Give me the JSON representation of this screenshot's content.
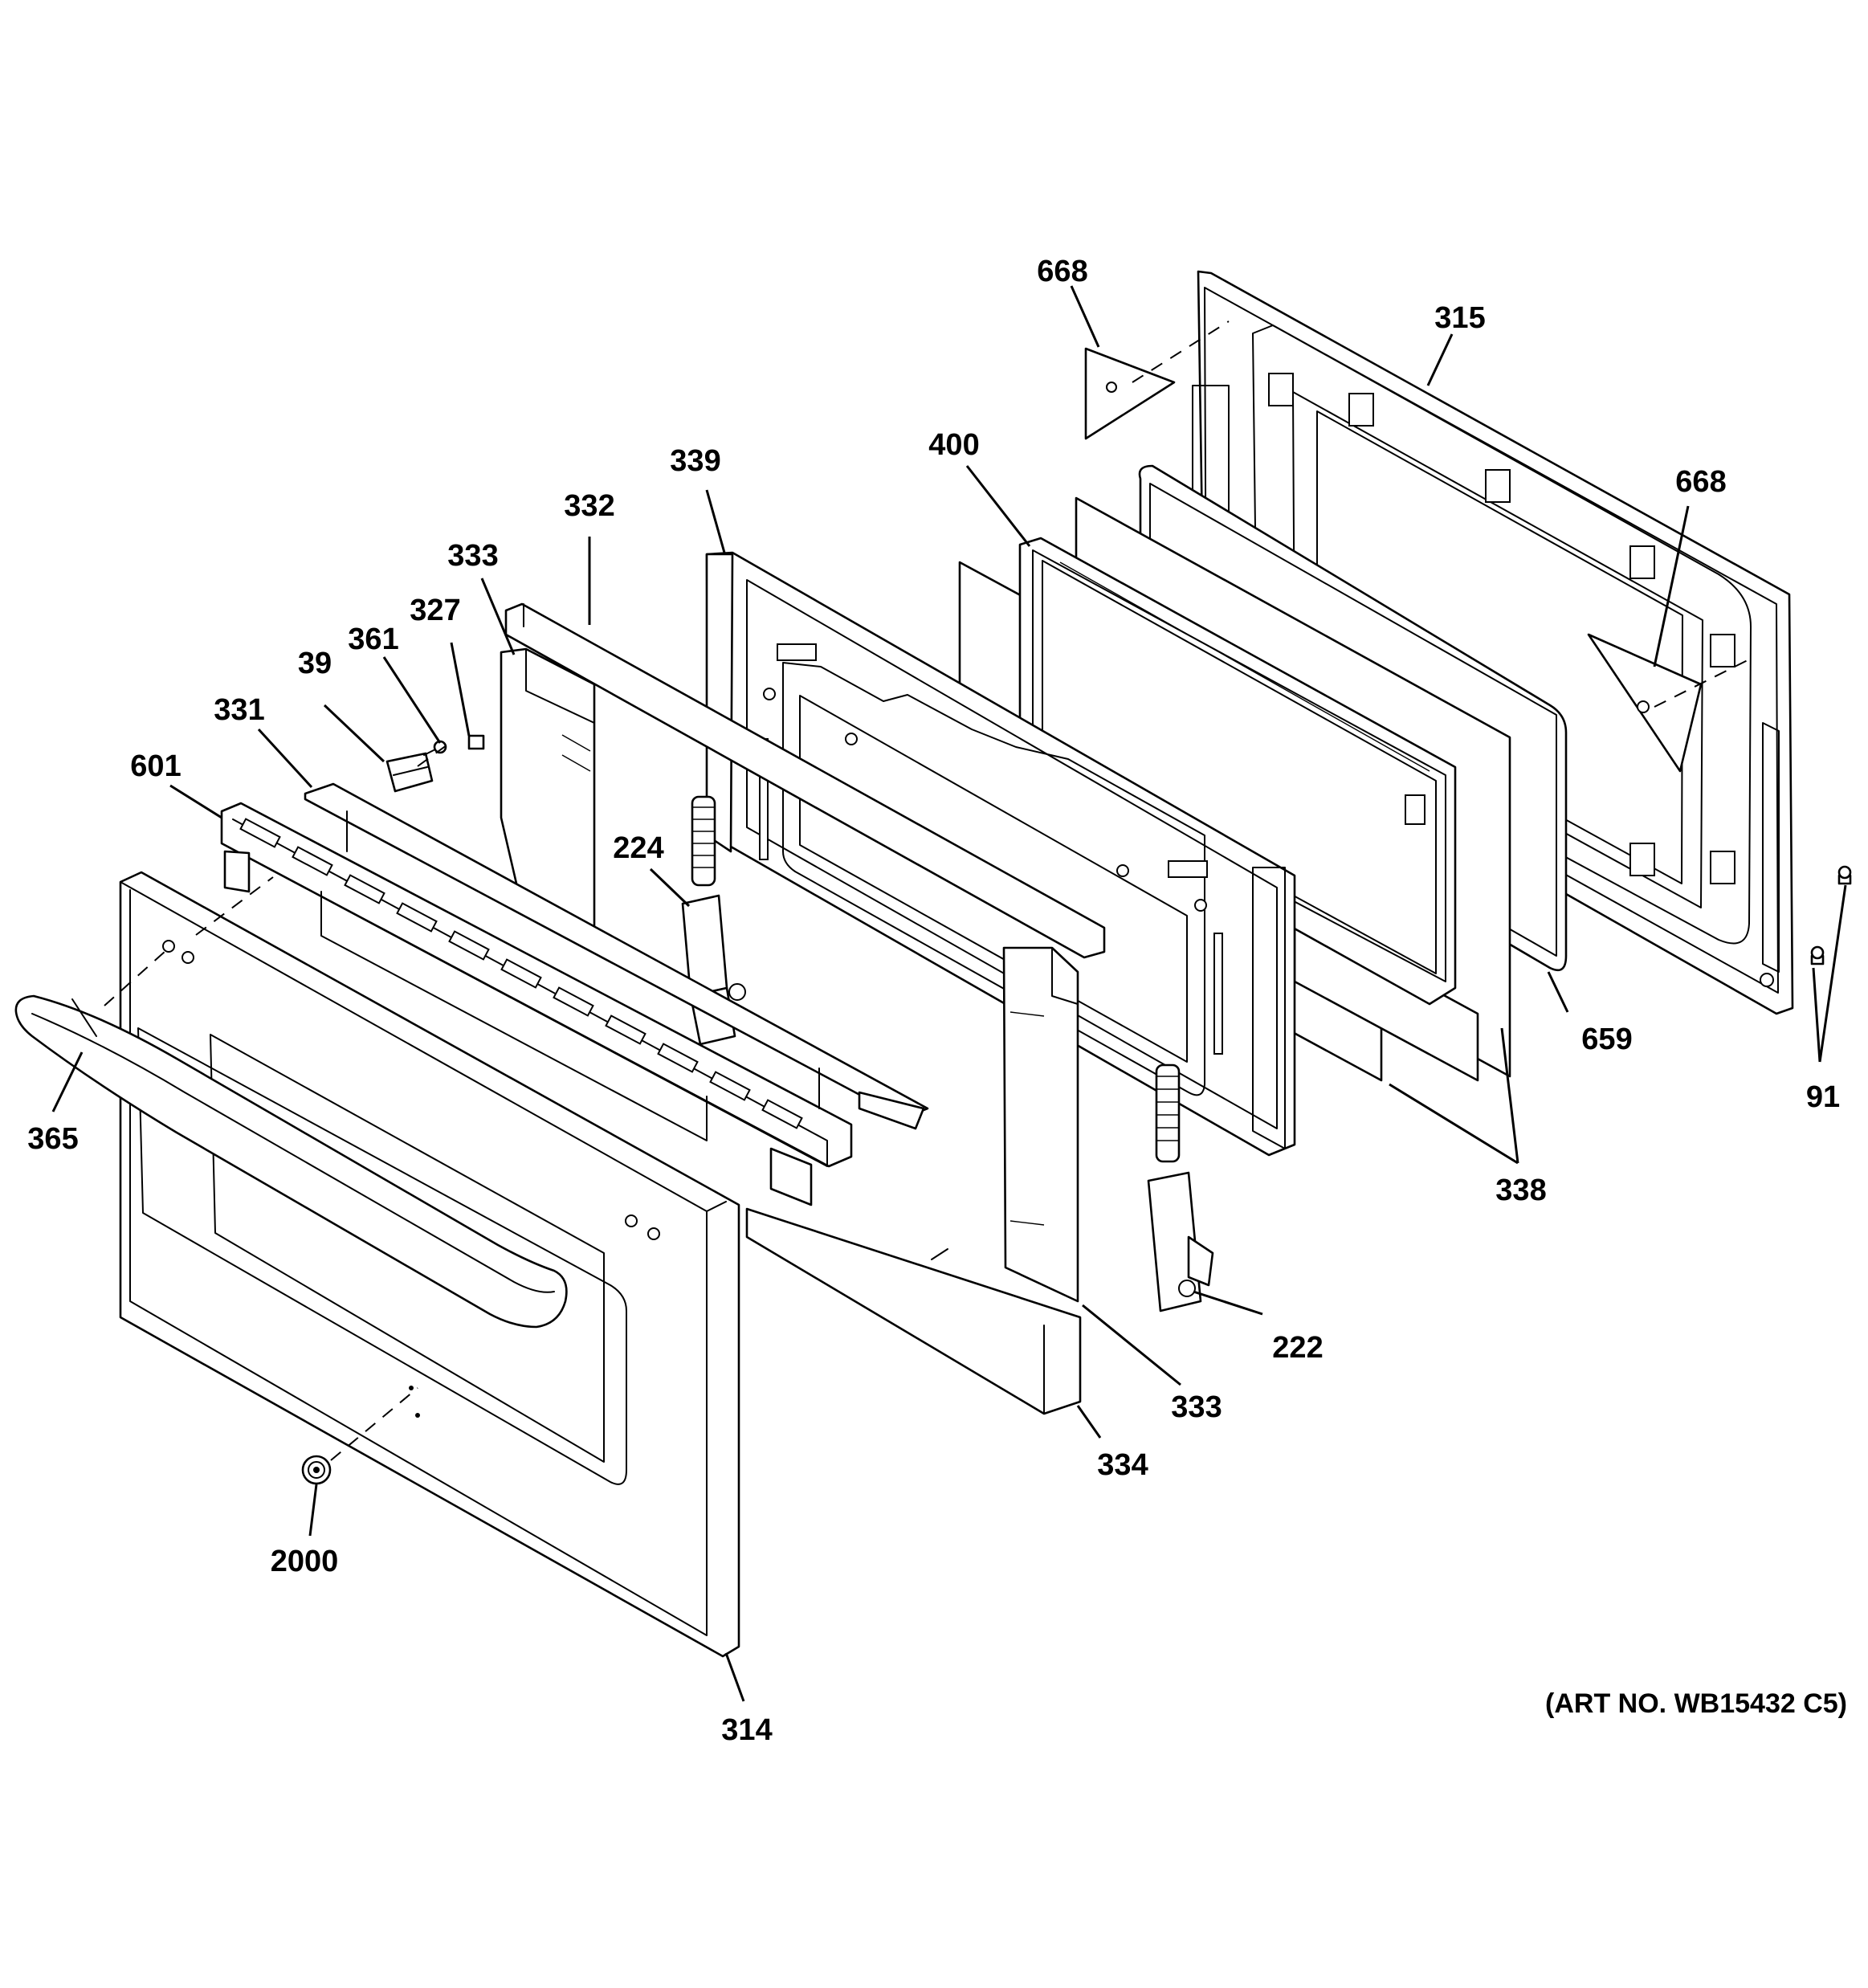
{
  "diagram": {
    "art_number": "(ART NO. WB15432 C5)",
    "callouts": {
      "c668a": "668",
      "c315": "315",
      "c668b": "668",
      "c400": "400",
      "c339": "339",
      "c332": "332",
      "c333a": "333",
      "c327": "327",
      "c361": "361",
      "c39": "39",
      "c331": "331",
      "c601": "601",
      "c224": "224",
      "c659": "659",
      "c91": "91",
      "c338": "338",
      "c365": "365",
      "c222": "222",
      "c333b": "333",
      "c334": "334",
      "c2000": "2000",
      "c314": "314"
    }
  }
}
